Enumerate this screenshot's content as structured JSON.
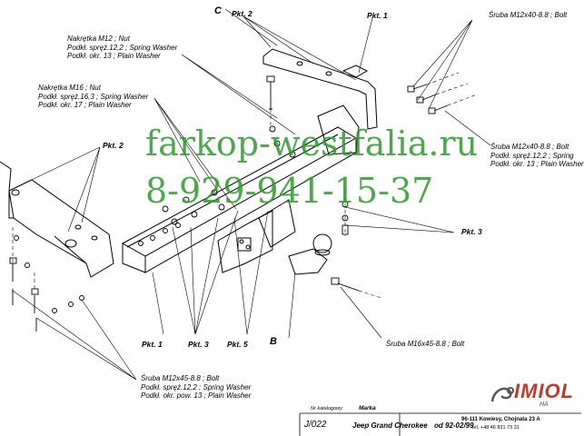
{
  "letters": {
    "c": "C",
    "b": "B"
  },
  "pkt": {
    "pkt2_top": "Pkt. 2",
    "pkt1_top": "Pkt. 1",
    "pkt2_left": "Pkt. 2",
    "pkt3_right": "Pkt. 3",
    "pkt1_bottom": "Pkt. 1",
    "pkt3_bottom": "Pkt. 3",
    "pkt5_bottom": "Pkt. 5"
  },
  "labels": {
    "nut_m12": [
      "Nakrętka  M12 ; Nut",
      "Podkł. spręż.12,2 ; Spring Washer",
      "Podkł. okr. 13 ; Plain Washer"
    ],
    "nut_m16": [
      "Nakrętka  M16 ; Nut",
      "Podkł. spręż.16,3 ; Spring Washer",
      "Podkł. okr. 17 ; Plain Washer"
    ],
    "bolt_top": [
      "Śruba M12x40-8.8 ;  Bolt"
    ],
    "bolt_right": [
      "Śruba M12x40-8.8 ;  Bolt",
      "Podkł. spręż.12,2 ; Spring",
      "Podkł. okr. 13 ; Plain Washer"
    ],
    "bolt_m16": [
      "Śruba M16x45-8.8 ;  Bolt"
    ],
    "bolt_m12x45": [
      "Śruba M12x45-8.8 ;  Bolt",
      "Podkł. spręż.12,2 ; Spring Washer",
      "Podkł. okr. pow. 13 ; Plain Washer"
    ]
  },
  "watermark": {
    "site": "farkop-westfalia.ru",
    "phone": "8-929-941-15-37",
    "color": "#2e9a2e"
  },
  "footer": {
    "nr_label": "Nr katalogowy",
    "marka_label": "Marka",
    "code": "J/022",
    "model": "Jeep Grand Cherokee",
    "years": "od 92-02/99",
    "brand": "IMIOL",
    "brand_suffix": "HA",
    "address": "96-111 Kowiesy, Chojnata 23 A",
    "tel": "tel. +48 46 831 73 31",
    "brand_color": "#c0392b"
  }
}
